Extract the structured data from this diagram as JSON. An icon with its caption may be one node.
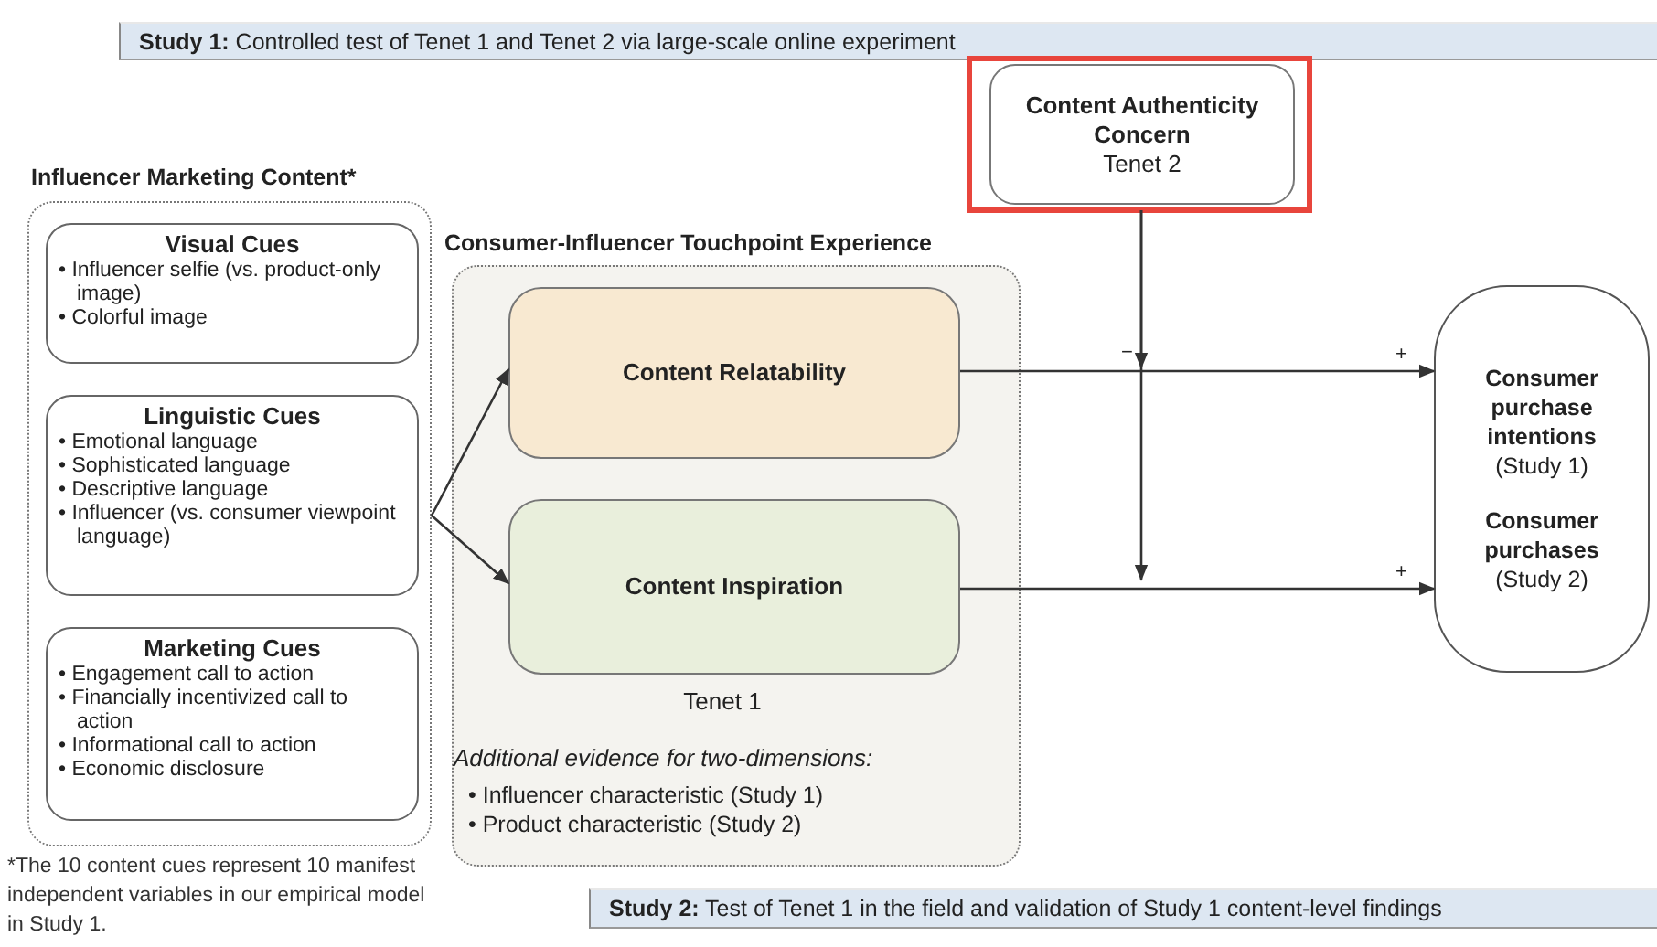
{
  "diagram": {
    "nodes": [
      {
        "text": [
          "**Study 1:** Controlled test of Tenet 1 and Tenet 2 via large-scale online experiment"
        ]
      },
      {
        "text": [
          "Content Authenticity Concern",
          "Tenet 2"
        ]
      },
      {
        "text": [
          "Influencer Marketing Content*"
        ]
      },
      {
        "text": [
          "Visual Cues",
          "• Influencer selfie (vs. product-only image)",
          "• Colorful image"
        ],
        "in": 2
      },
      {
        "text": [
          "Linguistic Cues",
          "• Emotional language",
          "• Sophisticated language",
          "• Descriptive language",
          "• Influencer (vs. consumer viewpoint language)"
        ],
        "in": 2
      },
      {
        "text": [
          "Marketing Cues",
          "• Engagement call to action",
          "• Financially incentivized call to action",
          "• Informational call to action",
          "• Economic disclosure"
        ],
        "in": 2
      },
      {
        "text": [
          "Consumer-Influencer Touchpoint Experience",
          "Tenet 1",
          "Additional evidence for two-dimensions:",
          "• Influencer characteristic (Study 1)",
          "• Product characteristic (Study 2)"
        ]
      },
      {
        "text": [
          "Content Relatability"
        ],
        "in": 6
      },
      {
        "text": [
          "Content Inspiration"
        ],
        "in": 6
      },
      {
        "text": [
          "Consumer purchase intentions",
          "(Study 1)",
          "Consumer purchases",
          "(Study 2)"
        ]
      },
      {
        "text": [
          "**Study 2:** Test of Tenet 1 in the field and validation of Study 1 content-level findings"
        ]
      }
    ],
    "edges": [
      {
        "from": 2,
        "to": 7,
        "arrow": "to"
      },
      {
        "from": 2,
        "to": 8,
        "arrow": "to"
      },
      {
        "from": 7,
        "to": 9,
        "arrow": "to",
        "label": "+"
      },
      {
        "from": 8,
        "to": 9,
        "arrow": "to",
        "label": "+"
      },
      {
        "from": 1,
        "to": null,
        "arrow": "to",
        "label": "−"
      },
      {
        "from": 1,
        "to": null,
        "arrow": "to"
      }
    ],
    "labels": [
      "*The 10 content cues represent 10 manifest independent variables in our empirical model in Study 1."
    ]
  }
}
